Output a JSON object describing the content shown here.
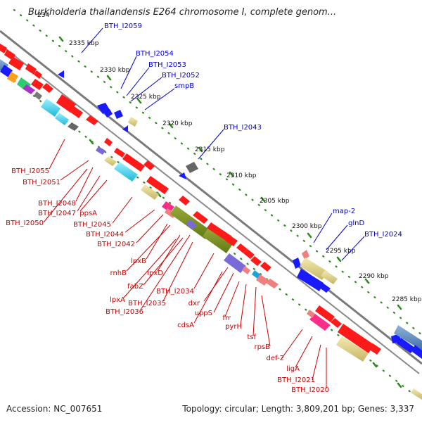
{
  "map": {
    "title": "Burkholderia thailandensis E264 chromosome I, complete genom...",
    "accession_text": "Accession: NC_007651",
    "topology_text": "Topology: circular; Length: 3,809,201 bp; Genes: 3,337",
    "colors": {
      "backbone": "#808080",
      "tick": "#2f8a1e",
      "plus_label": "#0000cc",
      "minus_label": "#cc0000"
    },
    "scale_ticks": [
      "2335 kbp",
      "2330 kbp",
      "2325 kbp",
      "2320 kbp",
      "2315 kbp",
      "2310 kbp",
      "2305 kbp",
      "2300 kbp",
      "2295 kbp",
      "2290 kbp",
      "2285 kbp"
    ],
    "top_partial_tick": "234",
    "plus_strand_labels": [
      "BTH_I2059",
      "BTH_I2054",
      "BTH_I2053",
      "BTH_I2052",
      "smpB",
      "BTH_I2043",
      "map-2",
      "glnD",
      "BTH_I2024"
    ],
    "minus_strand_labels": [
      "BTH_I2055",
      "BTH_I2051",
      "BTH_I2048",
      "BTH_I2047",
      "ppsA",
      "BTH_I2050",
      "BTH_I2045",
      "BTH_I2044",
      "BTH_I2042",
      "lpxB",
      "rnhB",
      "lpxD",
      "fabZ",
      "BTH_I2034",
      "lpxA",
      "BTH_I2035",
      "BTH_I2036",
      "dxr",
      "uppS",
      "cdsA",
      "frr",
      "pyrH",
      "tsf",
      "rpsB",
      "def-2",
      "ligA",
      "BTH_I2021",
      "BTH_I2020"
    ]
  }
}
